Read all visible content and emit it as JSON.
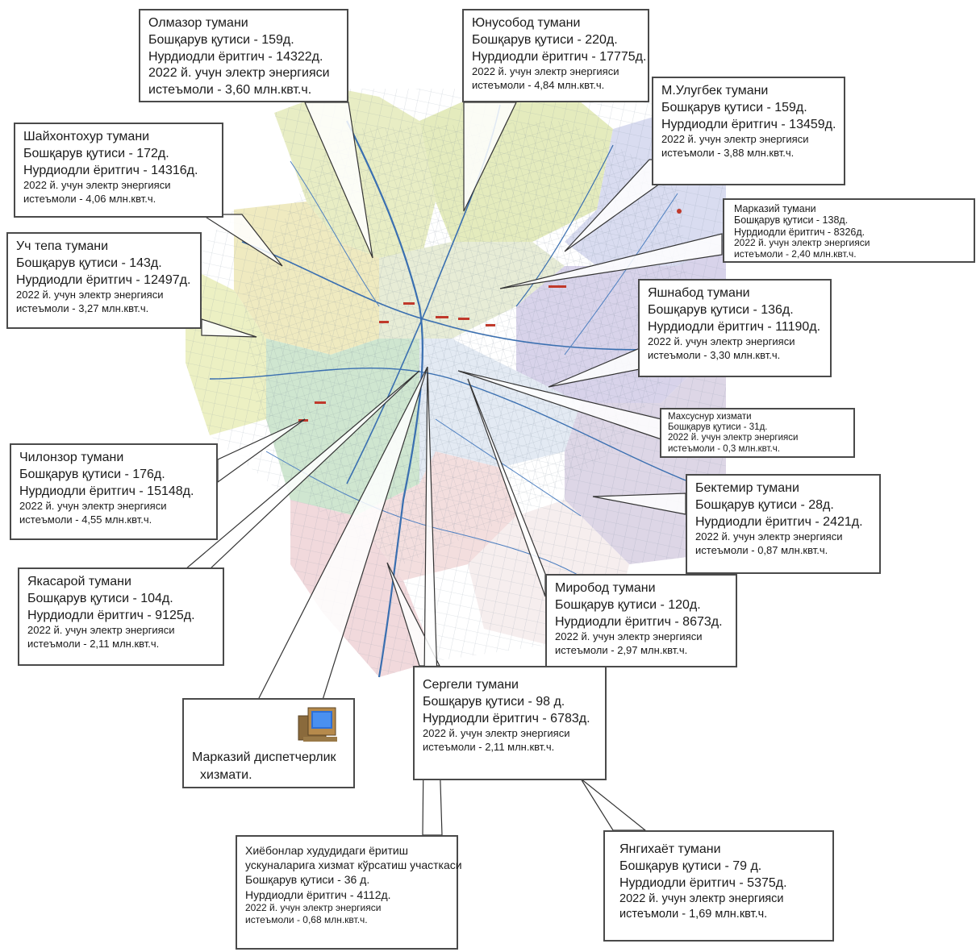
{
  "districts": [
    {
      "id": "olmazor",
      "lines": [
        "Олмазор тумани",
        "Бошқарув қутиси - 159д.",
        "Нурдиодли ёритгич - 14322д.",
        "2022 й. учун электр  энергияси",
        "истеъмоли  - 3,60 млн.квт.ч."
      ]
    },
    {
      "id": "yunusobod",
      "lines": [
        "Юнусобод тумани",
        "Бошқарув қутиси - 220д.",
        "Нурдиодли ёритгич - 17775д.",
        "2022 й. учун электр  энергияси",
        "истеъмоли  - 4,84 млн.квт.ч."
      ]
    },
    {
      "id": "ulugbek",
      "lines": [
        "М.Улугбек тумани",
        "Бошқарув қутиси - 159д.",
        "Нурдиодли ёритгич - 13459д.",
        "2022 й. учун электр  энергияси",
        "истеъмоли  - 3,88 млн.квт.ч."
      ]
    },
    {
      "id": "shayxontohur",
      "lines": [
        "Шайхонтохур тумани",
        "Бошқарув қутиси - 172д.",
        "Нурдиодли ёритгич - 14316д.",
        "2022 й. учун электр  энергияси",
        "истеъмоли  - 4,06 млн.квт.ч."
      ]
    },
    {
      "id": "markaziy",
      "lines": [
        "Марказий тумани",
        "Бошқарув қутиси - 138д.",
        "Нурдиодли ёритгич - 8326д.",
        "2022 й. учун электр  энергияси",
        "истеъмоли  - 2,40 млн.квт.ч."
      ]
    },
    {
      "id": "uchtepa",
      "lines": [
        "Уч тепа тумани",
        "Бошқарув қутиси - 143д.",
        "Нурдиодли ёритгич - 12497д.",
        "2022 й. учун электр  энергияси",
        "истеъмоли  - 3,27 млн.квт.ч."
      ]
    },
    {
      "id": "yashnobod",
      "lines": [
        "Яшнабод тумани",
        "Бошқарув қутиси - 136д.",
        "Нурдиодли ёритгич - 11190д.",
        "2022 й. учун электр  энергияси",
        "истеъмоли  - 3,30 млн.квт.ч."
      ]
    },
    {
      "id": "maxsus",
      "lines": [
        "Махсуснур хизмати",
        "Бошқарув қутиси - 31д.",
        "2022 й. учун электр  энергияси",
        "истеъмоли  - 0,3 млн.квт.ч."
      ]
    },
    {
      "id": "chilonzor",
      "lines": [
        "Чилонзор тумани",
        "Бошқарув қутиси - 176д.",
        "Нурдиодли ёритгич - 15148д.",
        "2022 й. учун электр  энергияси",
        "истеъмоли  - 4,55 млн.квт.ч."
      ]
    },
    {
      "id": "bektemir",
      "lines": [
        "Бектемир тумани",
        "Бошқарув қутиси - 28д.",
        "Нурдиодли ёритгич - 2421д.",
        "2022 й. учун электр  энергияси",
        "истеъмоли  - 0,87 млн.квт.ч."
      ]
    },
    {
      "id": "yakkasaroy",
      "lines": [
        "Якасарой тумани",
        "Бошқарув қутиси - 104д.",
        "Нурдиодли ёритгич - 9125д.",
        "2022 й. учун электр  энергияси",
        "истеъмоли  - 2,11 млн.квт.ч."
      ]
    },
    {
      "id": "mirobod",
      "lines": [
        "Миробод  тумани",
        "Бошқарув қутиси - 120д.",
        "Нурдиодли ёритгич - 8673д.",
        "2022 й. учун электр  энергияси",
        "истеъмоли  - 2,97 млн.квт.ч."
      ]
    },
    {
      "id": "sergeli",
      "lines": [
        "Сергели  тумани",
        "Бошқарув қутиси - 98 д.",
        "Нурдиодли ёритгич - 6783д.",
        "2022 й. учун электр  энергияси",
        "истеъмоли  - 2,11 млн.квт.ч."
      ]
    },
    {
      "id": "xiyobon",
      "lines": [
        "Хиёбонлар худудидаги ёритиш",
        "ускуналарига хизмат кўрсатиш участкаси",
        "Бошқарув қутиси - 36 д.",
        "Нурдиодли ёритгич - 4112д.",
        "2022 й. учун электр  энергияси",
        "истеъмоли  - 0,68 млн.квт.ч."
      ]
    },
    {
      "id": "yangihayot",
      "lines": [
        "Янгихаёт тумани",
        "Бошқарув қутиси - 79 д.",
        "Нурдиодли ёритгич - 5375д.",
        "2022 й. учун электр  энергияси",
        "истеъмоли  - 1,69 млн.квт.ч."
      ]
    }
  ],
  "dispatch": {
    "lines": [
      "Марказий диспетчерлик",
      "хизмати."
    ],
    "icon": "computer-icon"
  },
  "colors": {
    "box_border": "#4a4a4a",
    "road": "#3a6fb0",
    "label_red": "#c0392b"
  }
}
